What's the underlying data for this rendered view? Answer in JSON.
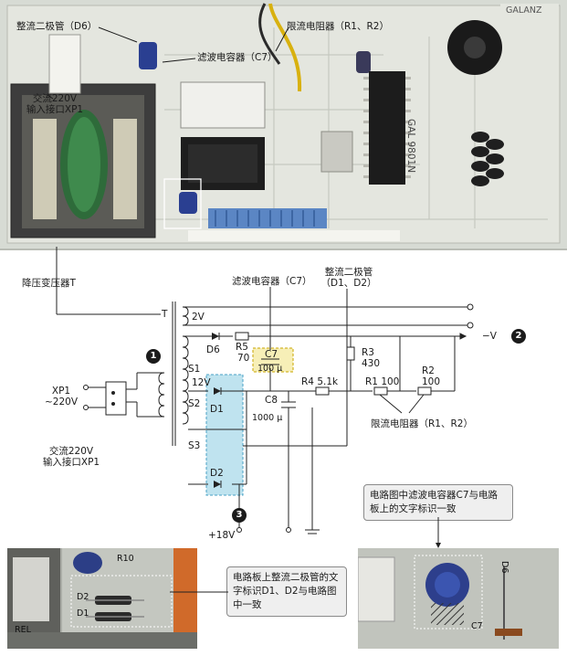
{
  "top_photo": {
    "board_brand": "GALANZ",
    "board_model": "GAL 9801N",
    "label_d6": "整流二极管（D6）",
    "label_r1r2": "限流电阻器（R1、R2）",
    "label_c7": "滤波电容器（C7）",
    "label_xp1_line1": "交流220V",
    "label_xp1_line2": "输入接口XP1"
  },
  "schematic": {
    "transformer_label": "降压变压器T",
    "filter_cap_label": "滤波电容器（C7）",
    "rectifier_label_line1": "整流二极管",
    "rectifier_label_line2": "（D1、D2）",
    "T": "T",
    "v2": "2V",
    "v12": "12V",
    "neg_v": "−V",
    "d6": "D6",
    "r5": "R5",
    "r5_val": "70",
    "c7": "C7",
    "c7_val": "100 μ",
    "r3": "R3",
    "r3_val": "430",
    "r1": "R1 100",
    "r2": "R2",
    "r2_val": "100",
    "r4": "R4  5.1k",
    "c8": "C8",
    "c8_val": "1000 μ",
    "d1": "D1",
    "d2": "D2",
    "s1": "S1",
    "s2": "S2",
    "s3": "S3",
    "xp1_line1": "XP1",
    "xp1_line2": "~220V",
    "xp1_in_line1": "交流220V",
    "xp1_in_line2": "输入接口XP1",
    "limit_label": "限流电阻器（R1、R2）",
    "plus18": "+18V",
    "badge1": "1",
    "badge2": "2",
    "badge3": "3"
  },
  "bottom_left": {
    "callout": "电路板上整流二极管的文字标识D1、D2与电路图中一致",
    "silk_r10": "R10",
    "silk_d2": "D2",
    "silk_d1": "D1",
    "silk_rel": "REL"
  },
  "bottom_right": {
    "callout": "电路图中滤波电容器C7与电路板上的文字标识一致",
    "silk_c7": "C7",
    "silk_d6": "D6"
  },
  "colors": {
    "highlight_blue": "#bfe3ef",
    "highlight_yellow": "#f7efb7",
    "wire": "#222222"
  }
}
